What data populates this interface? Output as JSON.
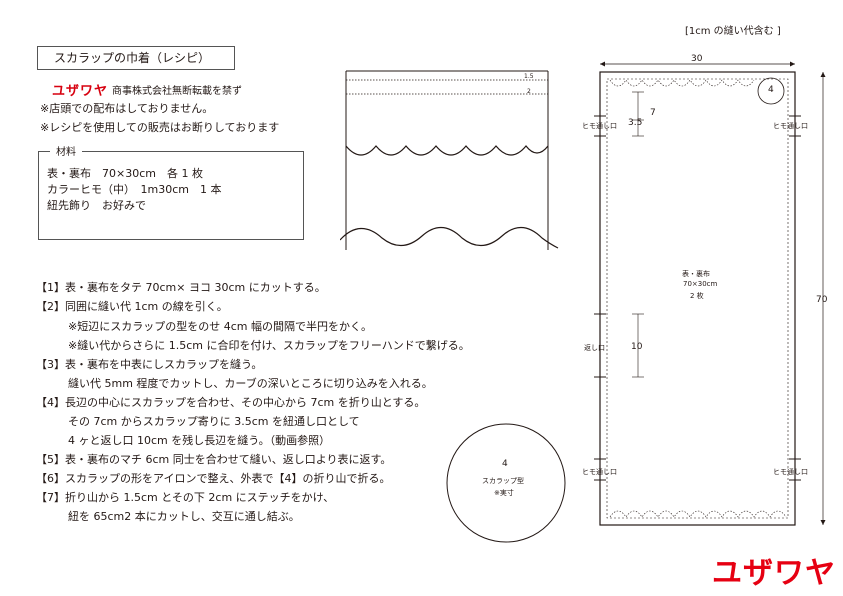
{
  "header": {
    "seam_note": "[1cm の縫い代含む ]"
  },
  "title": "スカラップの巾着（レシピ）",
  "brand": {
    "logo_small": "ユザワヤ",
    "copyright": "商事株式会社無断転載を禁ず",
    "logo_large": "ユザワヤ",
    "brand_color": "#e60012"
  },
  "notices": [
    "※店頭での配布はしておりません。",
    "※レシピを使用しての販売はお断りしております"
  ],
  "materials": {
    "label": "材料",
    "lines": [
      "表・裏布　70×30cm　各 1 枚",
      "カラーヒモ（中）　1m30cm　1 本",
      "紐先飾り　お好みで"
    ]
  },
  "steps": [
    "【1】表・裏布をタテ 70cm× ヨコ 30cm にカットする。",
    "【2】同囲に縫い代 1cm の線を引く。",
    "※短辺にスカラップの型をのせ 4cm 幅の間隔で半円をかく。",
    "※縫い代からさらに 1.5cm に合印を付け、スカラップをフリーハンドで繋げる。",
    "【3】表・裏布を中表にしスカラップを縫う。",
    "縫い代 5mm 程度でカットし、カーブの深いところに切り込みを入れる。",
    "【4】長辺の中心にスカラップを合わせ、その中心から 7cm を折り山とする。",
    "その 7cm からスカラップ寄りに 3.5cm を紐通し口として",
    "4 ヶと返し口 10cm を残し長辺を縫う。（動画参照）",
    "【5】表・裏布のマチ 6cm 同士を合わせて縫い、返し口より表に返す。",
    "【6】スカラップの形をアイロンで整え、外表で【4】の折り山で折る。",
    "【7】折り山から 1.5cm とその下 2cm にステッチをかけ、",
    "紐を 65cm2 本にカットし、交互に通し結ぶ。"
  ],
  "scallop_diagram": {
    "dim_top": "1.5",
    "dim_second": "2"
  },
  "template_circle": {
    "size": "4",
    "label": "スカラップ型",
    "note": "※実寸"
  },
  "pattern": {
    "width_label": "30",
    "height_label": "70",
    "circle_label": "4",
    "dim_fold": "7",
    "dim_cord": "3.5",
    "dim_return": "10",
    "cord_opening": "ヒモ通し口",
    "return_opening": "返し口",
    "center_lines": [
      "表・裏布",
      "70×30cm",
      "2 枚"
    ]
  }
}
